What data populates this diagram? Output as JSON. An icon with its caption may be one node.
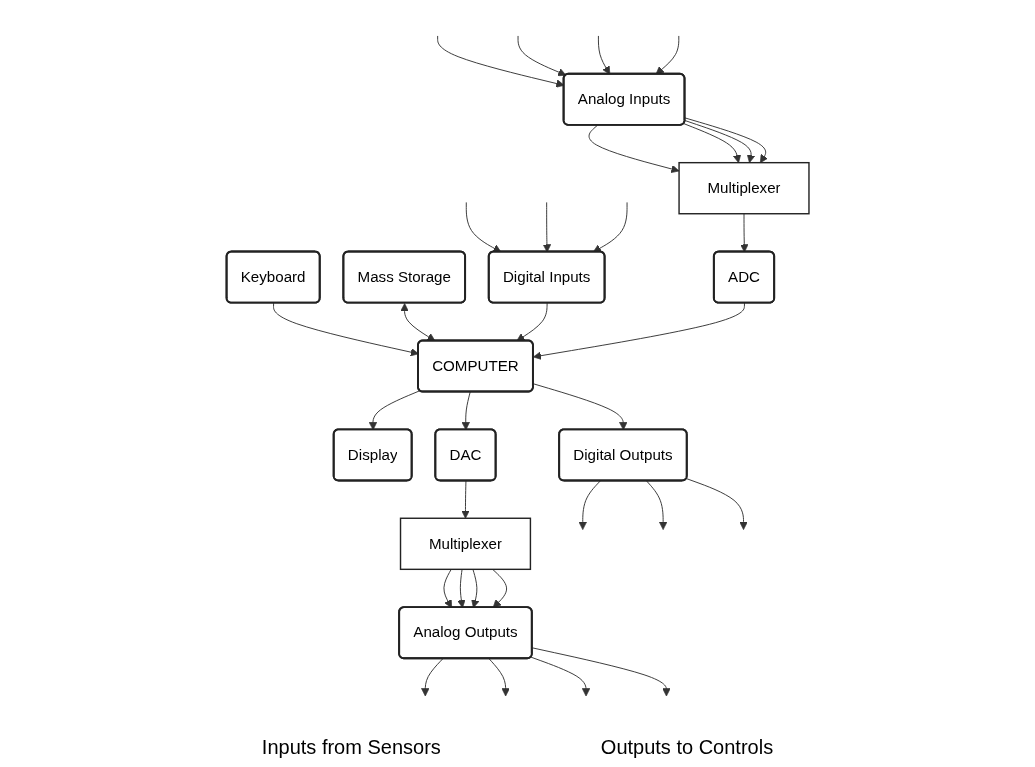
{
  "diagram": {
    "nodes": [
      {
        "text": [
          "Keyboard"
        ]
      },
      {
        "text": [
          "Display"
        ]
      },
      {
        "text": [
          "Mass Storage"
        ]
      },
      {
        "text": [
          "COMPUTER"
        ]
      },
      {
        "text": [
          "Digital Inputs"
        ]
      },
      {
        "text": [
          "ADC"
        ]
      },
      {
        "text": [
          "DAC"
        ]
      },
      {
        "text": [
          "Digital Outputs"
        ]
      },
      {
        "text": [
          "Multiplexer"
        ]
      },
      {
        "text": [
          "Multiplexer"
        ]
      },
      {
        "text": [
          "Analog Inputs"
        ]
      },
      {
        "text": [
          "Analog Outputs"
        ]
      }
    ],
    "edges": [
      {
        "from": 0,
        "to": 3,
        "arrow": "to"
      },
      {
        "from": 3,
        "to": 1,
        "arrow": "to"
      },
      {
        "from": 2,
        "to": 3,
        "arrow": "both"
      },
      {
        "from": 4,
        "to": 3,
        "arrow": "to"
      },
      {
        "from": 5,
        "to": 3,
        "arrow": "to"
      },
      {
        "from": 3,
        "to": 6,
        "arrow": "to"
      },
      {
        "from": 3,
        "to": 7,
        "arrow": "to"
      },
      {
        "from": 8,
        "to": 5,
        "arrow": "to"
      },
      {
        "from": 6,
        "to": 9,
        "arrow": "to"
      },
      {
        "from": 10,
        "to": 8,
        "arrow": "to"
      },
      {
        "from": 10,
        "to": 8,
        "arrow": "to"
      },
      {
        "from": 10,
        "to": 8,
        "arrow": "to"
      },
      {
        "from": 10,
        "to": 8,
        "arrow": "to"
      },
      {
        "from": 9,
        "to": 11,
        "arrow": "to"
      },
      {
        "from": 9,
        "to": 11,
        "arrow": "to"
      },
      {
        "from": 9,
        "to": 11,
        "arrow": "to"
      },
      {
        "from": 9,
        "to": 11,
        "arrow": "to"
      },
      {
        "from": null,
        "to": 4,
        "arrow": "to"
      },
      {
        "from": null,
        "to": 4,
        "arrow": "to"
      },
      {
        "from": null,
        "to": 4,
        "arrow": "to"
      },
      {
        "from": null,
        "to": 10,
        "arrow": "to"
      },
      {
        "from": null,
        "to": 10,
        "arrow": "to"
      },
      {
        "from": null,
        "to": 10,
        "arrow": "to"
      },
      {
        "from": null,
        "to": 10,
        "arrow": "to"
      },
      {
        "from": 11,
        "to": null,
        "arrow": "to"
      },
      {
        "from": 11,
        "to": null,
        "arrow": "to"
      },
      {
        "from": 11,
        "to": null,
        "arrow": "to"
      },
      {
        "from": 11,
        "to": null,
        "arrow": "to"
      },
      {
        "from": 7,
        "to": null,
        "arrow": "to"
      },
      {
        "from": 7,
        "to": null,
        "arrow": "to"
      },
      {
        "from": 7,
        "to": null,
        "arrow": "to"
      }
    ],
    "labels": [
      "Inputs from Sensors",
      "Outputs to Controls"
    ]
  }
}
